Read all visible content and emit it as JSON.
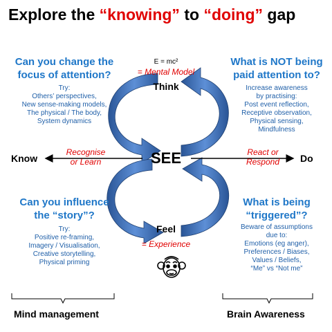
{
  "title": {
    "prefix": "Explore the ",
    "word1": "“knowing”",
    "mid": " to ",
    "word2": "“doing”",
    "suffix": " gap"
  },
  "top_left": {
    "heading_line1": "Can you change the",
    "heading_line2": "focus of attention?",
    "items": [
      "Try:",
      "Others’ perspectives,",
      "New sense-making models,",
      "The physical / The body,",
      "System dynamics"
    ]
  },
  "top_right": {
    "heading_line1": "What is NOT being",
    "heading_line2": "paid attention to?",
    "items": [
      "Increase awareness",
      "by practising:",
      "Post event reflection,",
      "Receptive observation,",
      "Physical sensing,",
      "Mindfulness"
    ]
  },
  "bottom_left": {
    "heading_line1": "Can you influence",
    "heading_line2": "the “story”?",
    "items": [
      "Try:",
      "Positive re-framing,",
      "Imagery / Visualisation,",
      "Creative storytelling,",
      "Physical priming"
    ]
  },
  "bottom_right": {
    "heading_line1": "What is being",
    "heading_line2": "“triggered”?",
    "items": [
      "Beware of assumptions",
      "due to:",
      "Emotions (eg anger),",
      "Preferences / Biases,",
      "Values / Beliefs,",
      "“Me” vs “Not me”"
    ]
  },
  "center": {
    "formula": "E = mc²",
    "mental_model": "= Mental Model",
    "think": "Think",
    "see": "SEE",
    "feel": "Feel",
    "experience": "= Experience"
  },
  "left_axis": {
    "label": "Know",
    "note_line1": "Recognise",
    "note_line2": "or Learn"
  },
  "right_axis": {
    "label": "Do",
    "note_line1": "React or",
    "note_line2": "Respond"
  },
  "footer": {
    "left": "Mind management",
    "right": "Brain Awareness"
  },
  "colors": {
    "accent_red": "#e00000",
    "heading_blue": "#1f77c8",
    "arrow_blue": "#3f6fb5"
  }
}
